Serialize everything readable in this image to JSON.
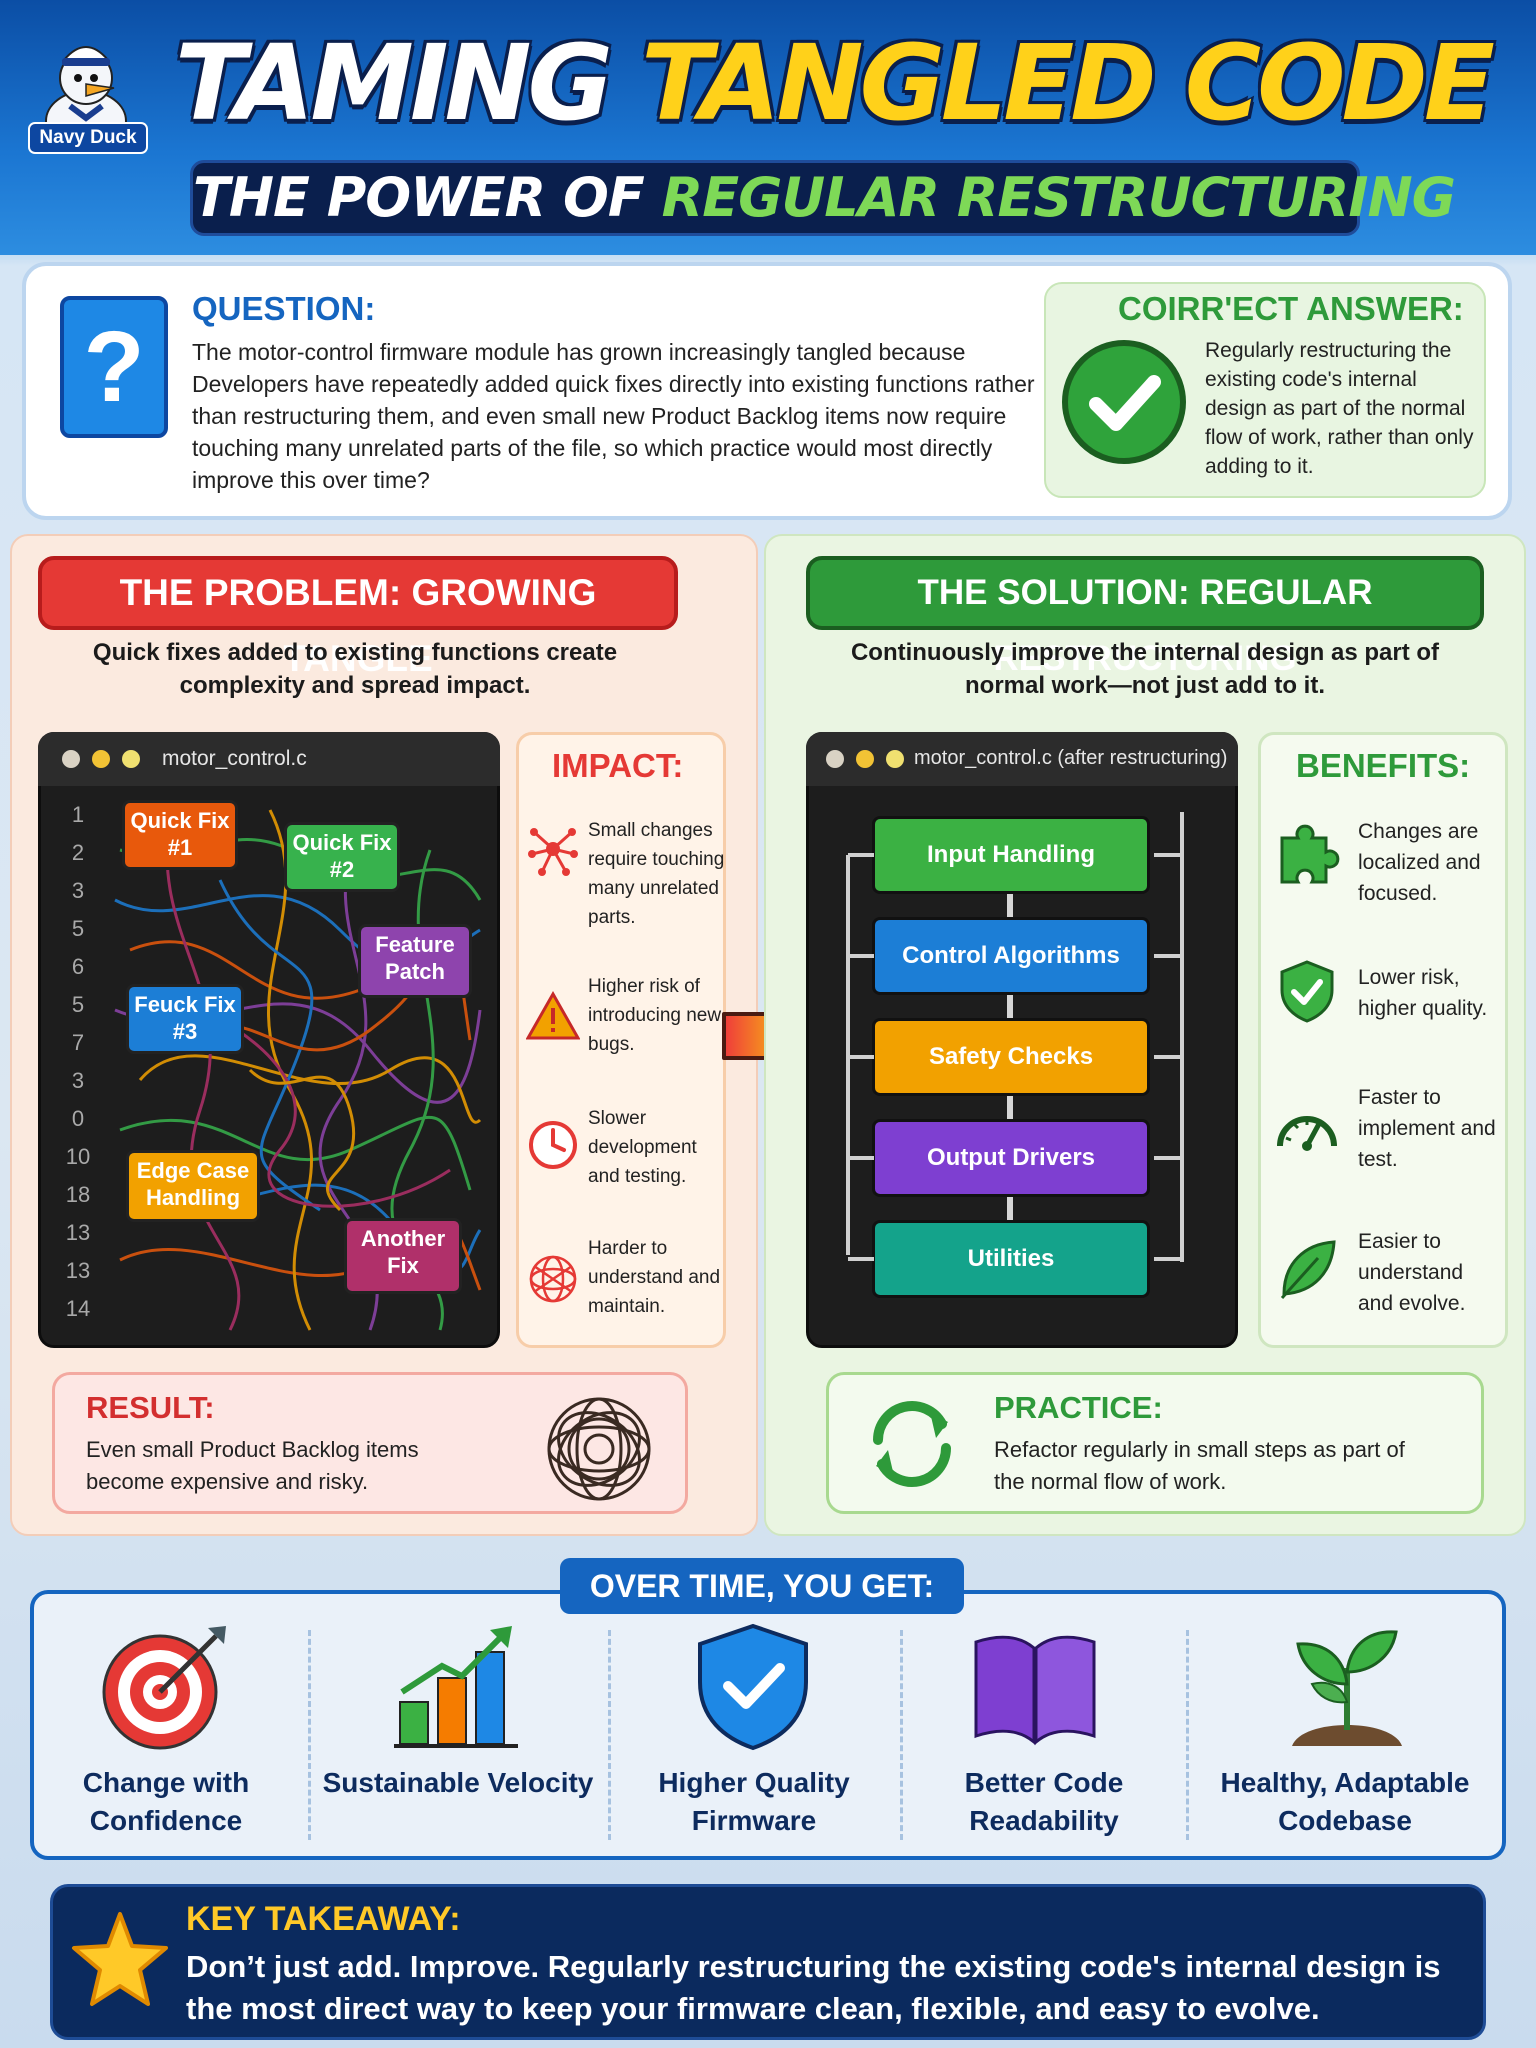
{
  "header": {
    "logo_text": "Navy Duck",
    "title_part1": "TAMING",
    "title_part2": "TANGLED CODE",
    "subtitle_part1": "THE POWER OF",
    "subtitle_part2": "REGULAR RESTRUCTURING"
  },
  "question": {
    "label": "QUESTION:",
    "icon": "question-mark-icon",
    "text": "The motor-control firmware module has grown increasingly tangled because Developers have repeatedly added quick fixes directly into existing functions rather than restructuring them, and even small new Product Backlog items now require touching many unrelated parts of the file, so which practice would most directly improve this over time?",
    "answer_label": "COIRR'ECT ANSWER:",
    "answer_text": "Regularly restructuring the existing code's internal design as part of the normal flow of work, rather than only adding to it."
  },
  "problem": {
    "title": "THE PROBLEM: GROWING TANGLE",
    "description": "Quick fixes added to existing functions create complexity and spread impact.",
    "code_file": "motor_control.c",
    "line_numbers": [
      "1",
      "2",
      "3",
      "5",
      "6",
      "5",
      "7",
      "3",
      "0",
      "10",
      "18",
      "13",
      "13",
      "14"
    ],
    "fixes": [
      {
        "label": "Quick Fix #1",
        "color": "#e8590c"
      },
      {
        "label": "Quick Fix #2",
        "color": "#37b24d"
      },
      {
        "label": "Feature Patch",
        "color": "#8e44ad"
      },
      {
        "label": "Feuck Fix #3",
        "color": "#1c7ed6"
      },
      {
        "label": "Edge Case Handling",
        "color": "#f2a100"
      },
      {
        "label": "Another Fix",
        "color": "#b0306a"
      }
    ],
    "impact_label": "IMPACT:",
    "impacts": [
      {
        "icon": "spread-icon",
        "text": "Small changes require touching many unrelated parts."
      },
      {
        "icon": "warning-icon",
        "text": "Higher risk of introducing new bugs."
      },
      {
        "icon": "clock-icon",
        "text": "Slower development and testing."
      },
      {
        "icon": "tangle-icon",
        "text": "Harder to understand and maintain."
      }
    ],
    "result_label": "RESULT:",
    "result_text": "Even small Product Backlog items become expensive and risky."
  },
  "solution": {
    "title": "THE SOLUTION: REGULAR RESTRUCTURING",
    "description": "Continuously improve the internal design as part of normal work—not just add to it.",
    "code_file": "motor_control.c (after restructuring)",
    "modules": [
      {
        "label": "Input Handling",
        "color": "#3bb143"
      },
      {
        "label": "Control Algorithms",
        "color": "#1c7ed6"
      },
      {
        "label": "Safety Checks",
        "color": "#f2a100"
      },
      {
        "label": "Output Drivers",
        "color": "#7e3fd1"
      },
      {
        "label": "Utilities",
        "color": "#14a38b"
      }
    ],
    "benefits_label": "BENEFITS:",
    "benefits": [
      {
        "icon": "puzzle-icon",
        "text": "Changes are localized and focused."
      },
      {
        "icon": "shield-check-icon",
        "text": "Lower risk, higher quality."
      },
      {
        "icon": "speedometer-icon",
        "text": "Faster to implement and test."
      },
      {
        "icon": "leaf-icon",
        "text": "Easier to understand and evolve."
      }
    ],
    "practice_label": "PRACTICE:",
    "practice_text": "Refactor regularly in small steps as part of the normal flow of work."
  },
  "over_time": {
    "label": "OVER TIME, YOU GET:",
    "items": [
      {
        "icon": "target-icon",
        "text": "Change with Confidence"
      },
      {
        "icon": "growth-chart-icon",
        "text": "Sustainable Velocity"
      },
      {
        "icon": "shield-check-icon",
        "text": "Higher Quality Firmware"
      },
      {
        "icon": "book-icon",
        "text": "Better Code Readability"
      },
      {
        "icon": "sprout-icon",
        "text": "Healthy, Adaptable Codebase"
      }
    ]
  },
  "takeaway": {
    "label": "KEY TAKEAWAY:",
    "text": "Don’t just add. Improve. Regularly restructuring the existing code's internal design is the most direct way to keep your firmware clean, flexible, and easy to evolve."
  },
  "colors": {
    "navy": "#0a1f4d",
    "brand_blue": "#1565c0",
    "title_yellow": "#ffd11a",
    "success_green": "#2e9a3a",
    "danger_red": "#e53935"
  }
}
